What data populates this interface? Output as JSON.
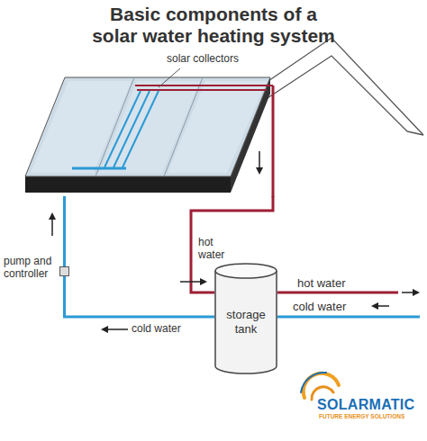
{
  "diagram": {
    "title": "Basic components of a solar water heating system",
    "nodes": [
      {
        "text": [
          "solar collectors"
        ]
      },
      {
        "text": [
          "pump and controller"
        ]
      },
      {
        "text": [
          "storage tank"
        ]
      }
    ],
    "edges": [
      {
        "from": 0,
        "to": 2,
        "label": "hot water",
        "arrow": "none"
      },
      {
        "from": 2,
        "to": 1,
        "label": "cold water",
        "arrow": "none"
      },
      {
        "from": 1,
        "to": 0,
        "arrow": "none"
      }
    ],
    "labels": [
      "hot water",
      "cold water",
      "SOLARMATIC",
      "FUTURE ENERGY SOLUTIONS"
    ]
  }
}
